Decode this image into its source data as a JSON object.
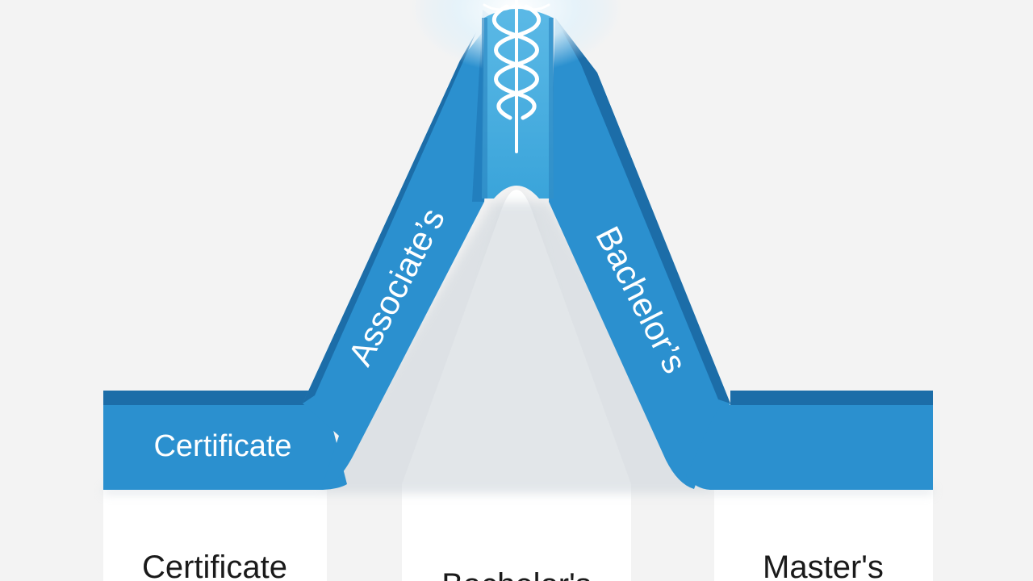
{
  "path_labels": {
    "certificate": "Certificate",
    "associates": "Associate’s",
    "bachelors": "Bachelor’s"
  },
  "cards": {
    "left": "Certificate",
    "center": "Bachelor's",
    "right": "Master's"
  },
  "colors": {
    "background": "#f3f3f3",
    "band_front": "#2b90cf",
    "band_top": "#1c6da8",
    "band_shadow": "#145f96",
    "peak_column": "#45aee0",
    "card": "#ffffff",
    "label_text": "#ffffff",
    "card_text": "#1a1a1a"
  },
  "icons": {
    "peak": "caduceus-icon"
  }
}
